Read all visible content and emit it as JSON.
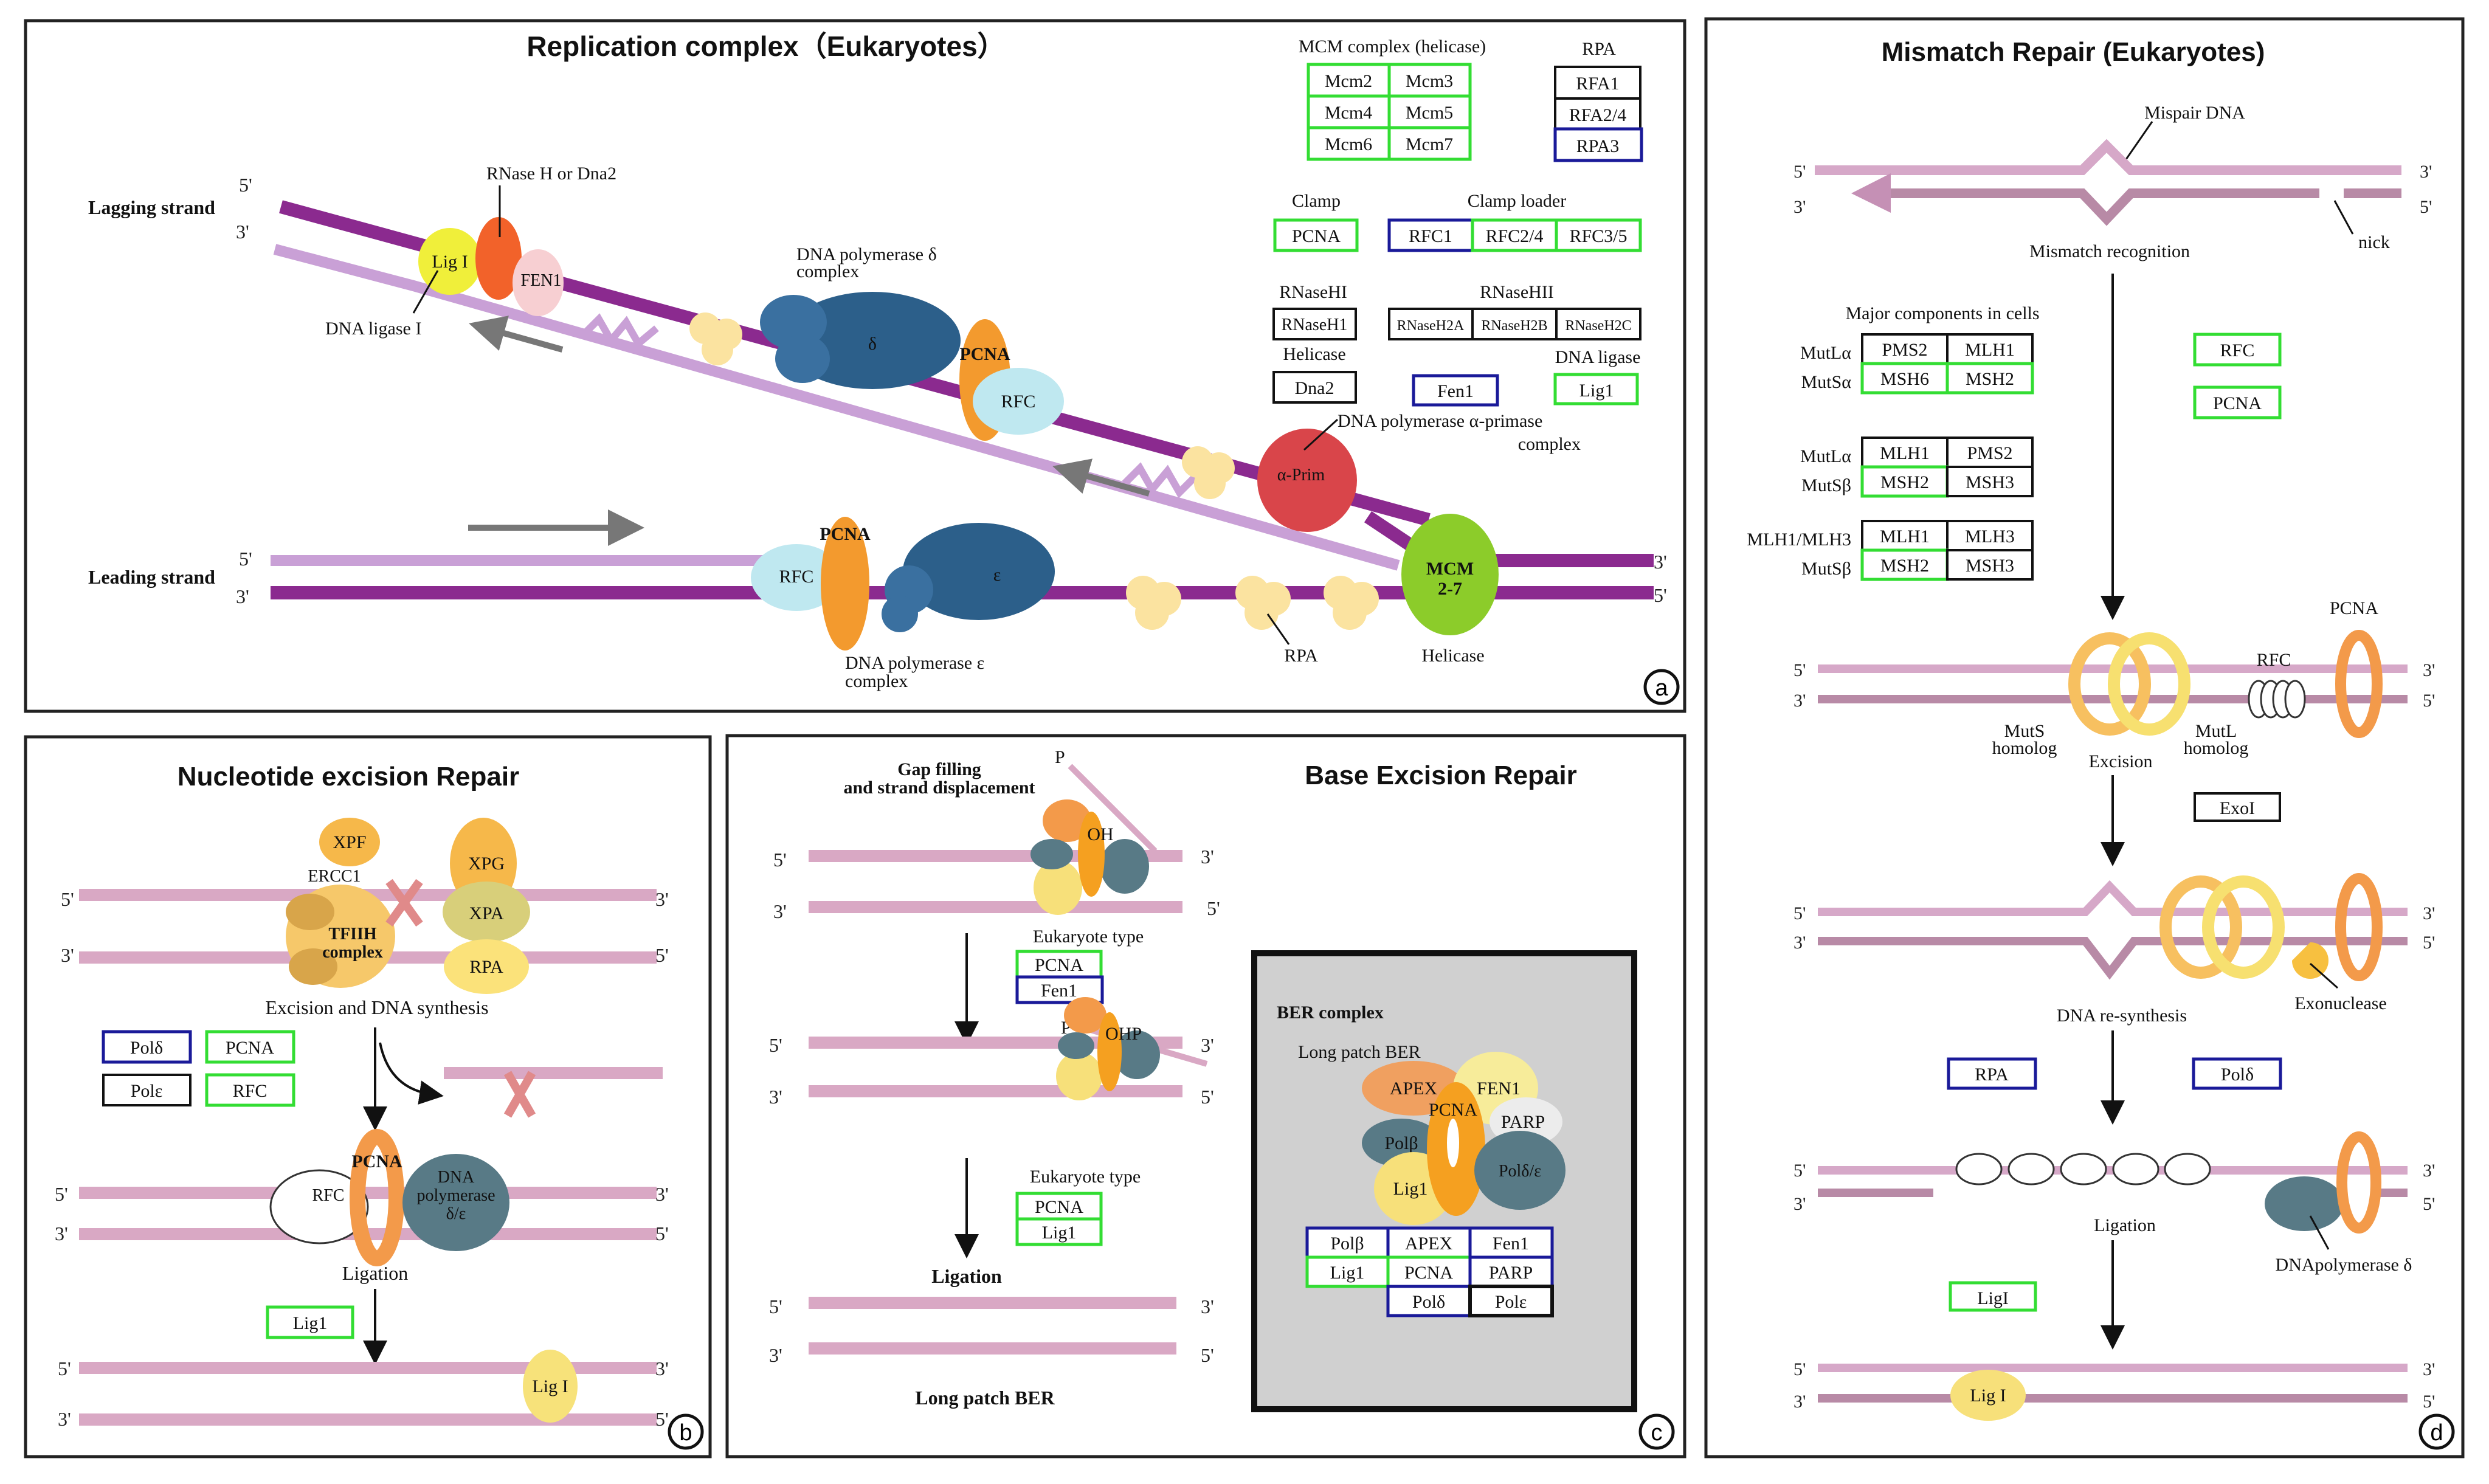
{
  "panel_a": {
    "title": "Replication complex（Eukaryotes）",
    "badge": "a",
    "lagging_strand": "Lagging strand",
    "leading_strand": "Leading strand",
    "end5": "5'",
    "end3": "3'",
    "rnase_label": "RNase H or Dna2",
    "lig_label": "Lig I",
    "fen_label": "FEN1",
    "ligase_label": "DNA ligase I",
    "pol_delta_label_1": "DNA polymerase δ",
    "pol_delta_label_2": "complex",
    "delta": "δ",
    "pcna": "PCNA",
    "rfc": "RFC",
    "alpha_prim": "α-Prim",
    "alpha_label_1": "DNA polymerase α-primase",
    "alpha_label_2": "complex",
    "mcm_1": "MCM",
    "mcm_2": "2-7",
    "epsilon": "ε",
    "pol_eps_label_1": "DNA polymerase ε",
    "pol_eps_label_2": "complex",
    "rpa_label": "RPA",
    "helicase_label": "Helicase",
    "legend": {
      "mcm_title": "MCM complex (helicase)",
      "mcm": [
        "Mcm2",
        "Mcm3",
        "Mcm4",
        "Mcm5",
        "Mcm6",
        "Mcm7"
      ],
      "rpa_title": "RPA",
      "rpa": [
        "RFA1",
        "RFA2/4",
        "RPA3"
      ],
      "clamp_title": "Clamp",
      "clamp": "PCNA",
      "loader_title": "Clamp loader",
      "loader": [
        "RFC1",
        "RFC2/4",
        "RFC3/5"
      ],
      "rnaseh1_title": "RNaseHI",
      "rnaseh1": "RNaseH1",
      "rnaseh2_title": "RNaseHII",
      "rnaseh2": [
        "RNaseH2A",
        "RNaseH2B",
        "RNaseH2C"
      ],
      "helicase_title": "Helicase",
      "helicase": "Dna2",
      "fen": "Fen1",
      "ligase_title": "DNA ligase",
      "ligase": "Lig1"
    }
  },
  "panel_b": {
    "title": "Nucleotide excision Repair",
    "badge": "b",
    "xpf": "XPF",
    "ercc1": "ERCC1",
    "tfiih_1": "TFIIH",
    "tfiih_2": "complex",
    "xpg": "XPG",
    "xpa": "XPA",
    "rpa": "RPA",
    "step1": "Excision and DNA synthesis",
    "boxes": [
      "Polδ",
      "PCNA",
      "Polε",
      "RFC"
    ],
    "pcna": "PCNA",
    "rfc": "RFC",
    "pol_1": "DNA",
    "pol_2": "polymerase",
    "pol_3": "δ/ε",
    "step2": "Ligation",
    "lig_box": "Lig1",
    "lig": "Lig I",
    "end5": "5'",
    "end3": "3'"
  },
  "panel_c": {
    "title": "Base Excision Repair",
    "badge": "c",
    "gap_1": "Gap filling",
    "gap_2": "and strand displacement",
    "p": "P",
    "oh": "OH",
    "ohp": "OHP",
    "euk_type": "Eukaryote type",
    "step1_boxes": [
      "PCNA",
      "Fen1"
    ],
    "step2_boxes": [
      "PCNA",
      "Lig1"
    ],
    "ligation": "Ligation",
    "long_patch": "Long patch BER",
    "end5": "5'",
    "end3": "3'",
    "ber": {
      "title": "BER complex",
      "subtitle": "Long patch BER",
      "apex": "APEX",
      "fen1": "FEN1",
      "pcna": "PCNA",
      "parp": "PARP",
      "polb": "Polβ",
      "lig1": "Lig1",
      "polde": "Polδ/ε",
      "table": [
        "Polβ",
        "APEX",
        "Fen1",
        "Lig1",
        "PCNA",
        "PARP",
        "Polδ",
        "Polε"
      ]
    }
  },
  "panel_d": {
    "title": "Mismatch Repair (Eukaryotes)",
    "badge": "d",
    "mispair": "Mispair DNA",
    "nick": "nick",
    "recognition": "Mismatch recognition",
    "major": "Major components in cells",
    "groups": [
      {
        "labels": [
          "MutLα",
          "MutSα"
        ],
        "cells": [
          "PMS2",
          "MLH1",
          "MSH6",
          "MSH2"
        ]
      },
      {
        "labels": [
          "MutLα",
          "MutSβ"
        ],
        "cells": [
          "MLH1",
          "PMS2",
          "MSH2",
          "MSH3"
        ]
      },
      {
        "labels": [
          "MLH1/MLH3",
          "MutSβ"
        ],
        "cells": [
          "MLH1",
          "MLH3",
          "MSH2",
          "MSH3"
        ]
      }
    ],
    "rfc_box": "RFC",
    "pcna_box": "PCNA",
    "pcna": "PCNA",
    "rfc": "RFC",
    "muts_1": "MutS",
    "muts_2": "homolog",
    "mutl_1": "MutL",
    "mutl_2": "homolog",
    "excision": "Excision",
    "exoi": "ExoI",
    "exonuclease": "Exonuclease",
    "resynthesis": "DNA re-synthesis",
    "rpa_box": "RPA",
    "pold_box": "Polδ",
    "ligation": "Ligation",
    "pold_label": "DNApolymerase δ",
    "lig_box": "LigI",
    "lig": "Lig I",
    "end5": "5'",
    "end3": "3'"
  }
}
